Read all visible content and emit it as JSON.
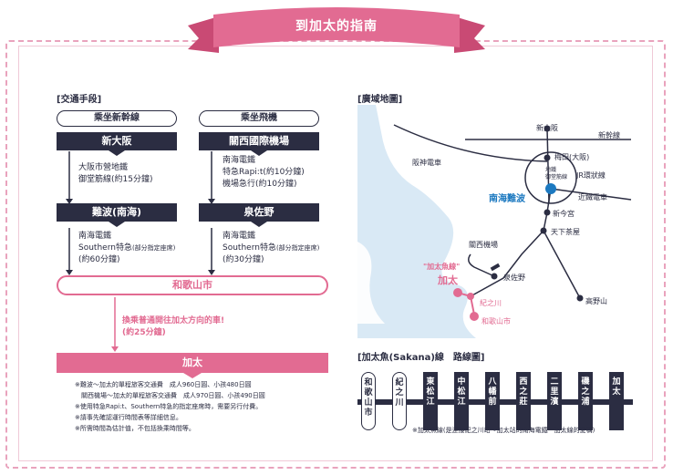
{
  "title": "到加太的指南",
  "colors": {
    "accent": "#e26b92",
    "navy": "#2b2d42",
    "sea": "#d9e9f5"
  },
  "transport": {
    "heading": "[交通手段]",
    "left": {
      "route": "乘坐新幹線",
      "station1": "新大阪",
      "desc1_line1": "大阪市營地鐵",
      "desc1_line2": "御堂筋線(約15分鐘)",
      "station2": "難波(南海)",
      "desc2_line1": "南海電鐵",
      "desc2_line2a": "Southern特急",
      "desc2_line2b": "(部分指定座席)",
      "desc2_line3": "(約60分鐘)"
    },
    "right": {
      "route": "乘坐飛機",
      "station1": "關西國際機場",
      "desc1_line1": "南海電鐵",
      "desc1_line2": "特急Rapi:t(約10分鐘)",
      "desc1_line3": "機場急行(約10分鐘)",
      "station2": "泉佐野",
      "desc2_line1": "南海電鐵",
      "desc2_line2a": "Southern特急",
      "desc2_line2b": "(部分指定座席)",
      "desc2_line3": "(約30分鐘)"
    },
    "wakayama": "和歌山市",
    "transfer_line1": "換乘普通開往加太方向的車!",
    "transfer_line2": "(約25分鐘)",
    "kada": "加太",
    "notes": [
      "※難波～加太的單程旅客交通費　成人960日圓、小孩480日圓",
      "　關西機場～加太的單程旅客交通費　成人970日圓、小孩490日圓",
      "※使用特急Rapi:t、Southern特急的指定座席時，需要另行付費。",
      "※請事先確認運行時間表等詳細信息。",
      "※所需時間為估計值，不包括換乘時間等。"
    ]
  },
  "map": {
    "heading": "[廣域地圖]",
    "labels": {
      "shin_osaka": "新大阪",
      "shinkansen": "新幹線",
      "hanshin": "阪神電車",
      "umeda": "梅田(大阪)",
      "subway_a": "地鐵",
      "subway_b": "御堂筋線",
      "jr_loop": "JR環狀線",
      "kintetsu": "近鐵電車",
      "namba": "南海難波",
      "shin_imamiya": "新今宮",
      "tengachaya": "天下茶屋",
      "kix": "關西機場",
      "kada_line": "\"加太魚線\"",
      "kada": "加太",
      "izumisano": "泉佐野",
      "kinokawa": "紀之川",
      "wakayamashi": "和歌山市",
      "koyasan": "高野山"
    }
  },
  "line": {
    "heading": "[加太魚(Sakana)線　路線圖]",
    "stops": [
      {
        "name": "和歌山市",
        "style": "outline"
      },
      {
        "name": "紀之川",
        "style": "outline"
      },
      {
        "name": "東松江",
        "style": "solid"
      },
      {
        "name": "中松江",
        "style": "solid"
      },
      {
        "name": "八幡前",
        "style": "solid"
      },
      {
        "name": "西之莊",
        "style": "solid"
      },
      {
        "name": "二里濱",
        "style": "solid"
      },
      {
        "name": "磯之浦",
        "style": "solid"
      },
      {
        "name": "加太",
        "style": "solid"
      }
    ],
    "note": "※加太魚線(是連接紀之川站～加太站的南海電鐵　加太線的愛稱)"
  }
}
